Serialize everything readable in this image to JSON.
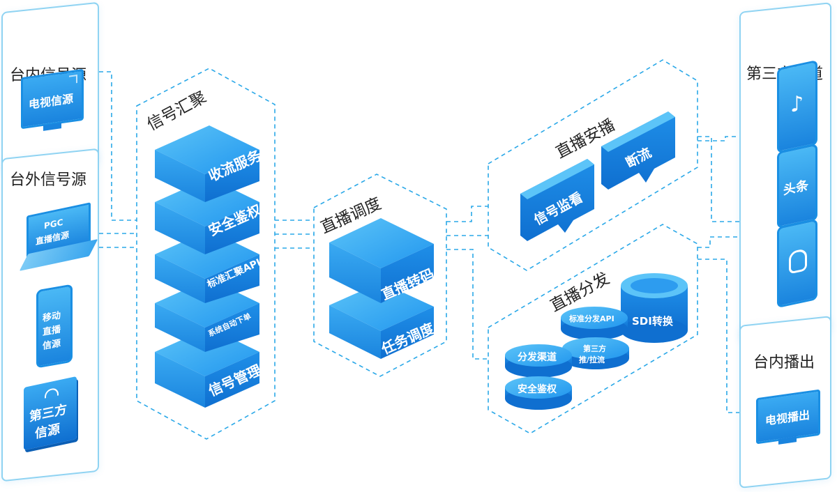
{
  "left": {
    "station_title": "台内信号源",
    "tv_source_label": "电视信源",
    "external_title": "台外信号源",
    "pgc_line1": "PGC",
    "pgc_line2": "直播信源",
    "mobile_line1": "移动",
    "mobile_line2": "直播",
    "mobile_line3": "信源",
    "third_line1": "第三方",
    "third_line2": "信源"
  },
  "aggregation": {
    "title": "信号汇聚",
    "blocks": [
      "收流服务",
      "安全鉴权",
      "标准汇聚API",
      "系统自动下单",
      "信号管理"
    ]
  },
  "scheduling": {
    "title": "直播调度",
    "blocks": [
      "直播转码",
      "任务调度"
    ]
  },
  "broadcast": {
    "title": "直播安播",
    "bubble_monitor": "信号监看",
    "bubble_cut": "断流"
  },
  "distribution": {
    "title": "直播分发",
    "disk_api": "标准分发API",
    "disk_sdi": "SDI转换",
    "disk_channel": "分发渠道",
    "disk_push_line1": "第三方",
    "disk_push_line2": "推/拉流",
    "disk_auth": "安全鉴权"
  },
  "right": {
    "third_title": "第三方渠道",
    "toutiao_label": "头条",
    "station_out_title": "台内播出",
    "tv_out_label": "电视播出"
  },
  "colors": {
    "accent": "#1a8fe3",
    "accent_light": "#3fb3f5",
    "dash": "#2aa8e8",
    "panel_border": "#8fd3f2"
  }
}
